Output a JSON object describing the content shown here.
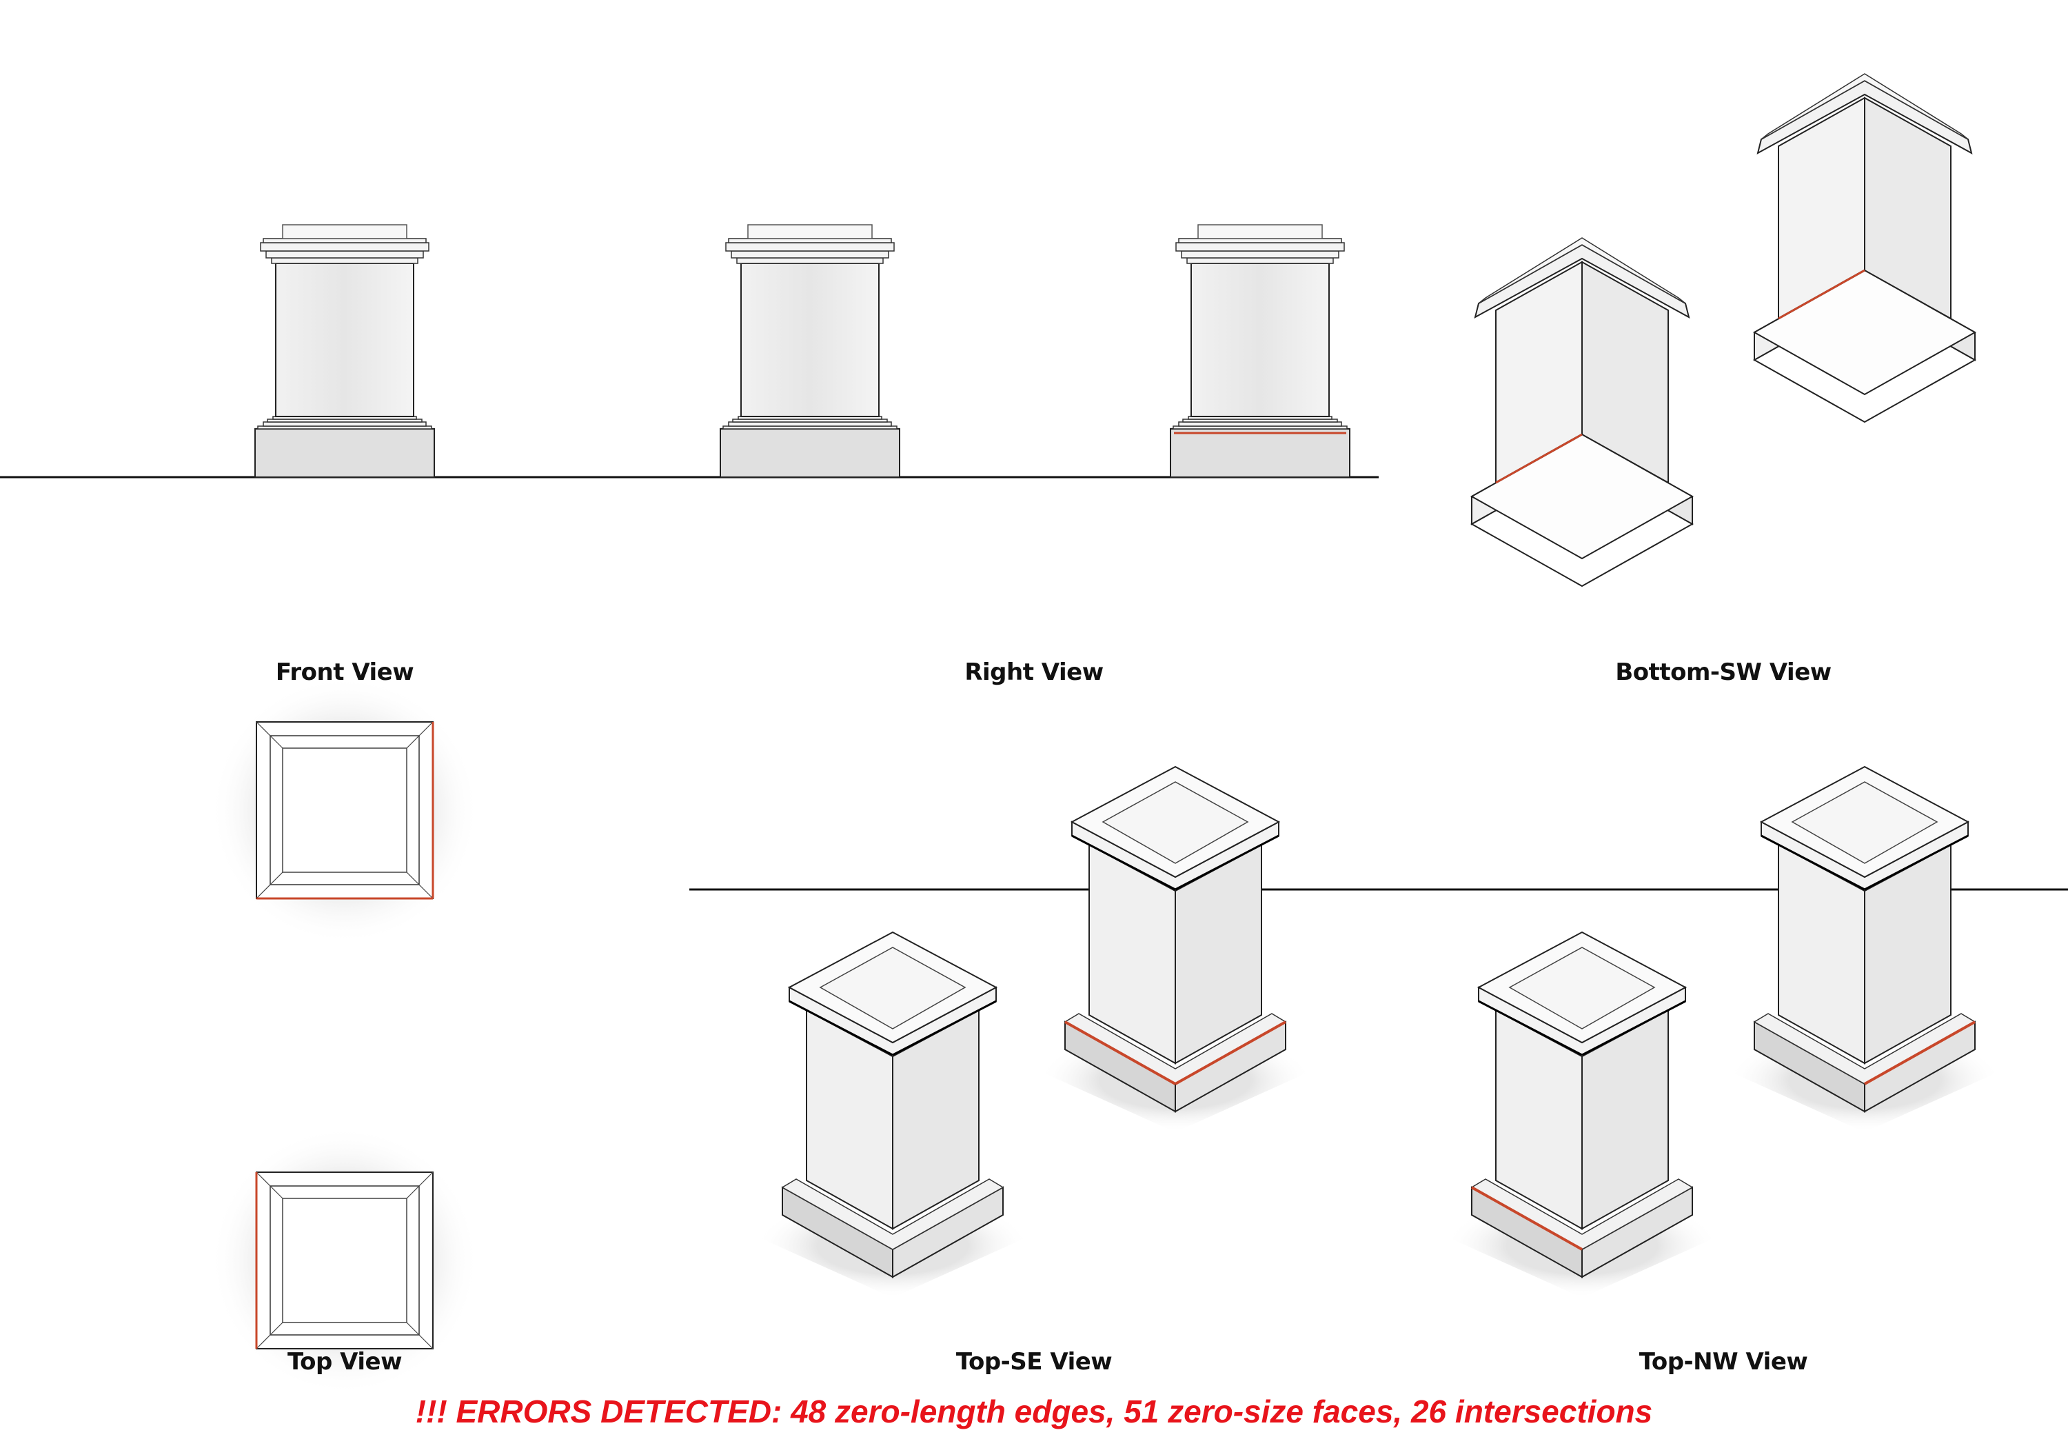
{
  "views": {
    "front": "Front View",
    "right": "Right View",
    "bottom_sw": "Bottom-SW View",
    "top": "Top View",
    "top_se": "Top-SE View",
    "top_nw": "Top-NW View"
  },
  "errors": {
    "banner": "!!! ERRORS DETECTED: 48 zero-length edges, 51 zero-size faces, 26 intersections",
    "zero_length_edges": 48,
    "zero_size_faces": 51,
    "intersections": 26
  },
  "colors": {
    "error_text": "#e8141b",
    "error_edge": "#c8472a",
    "line": "#111111"
  }
}
